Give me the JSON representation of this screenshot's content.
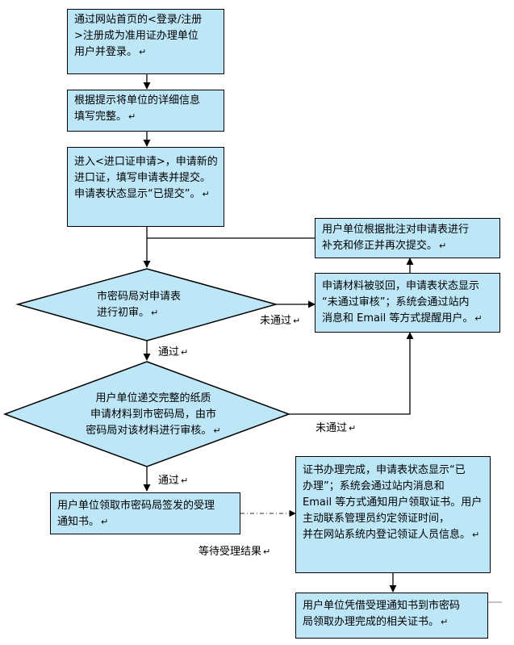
{
  "paragraph_mark": "↵",
  "steps": {
    "register": [
      "通过网站首页的<登录/注册",
      ">注册成为准用证办理单位",
      "用户并登录。"
    ],
    "fill_details": [
      "根据提示将单位的详细信息",
      "填写完整。"
    ],
    "apply": [
      "进入<进口证申请>，申请新的",
      "进口证，填写申请表并提交。",
      "申请表状态显示“已提交”。"
    ],
    "resubmit": [
      "用户单位根据批注对申请表进行",
      "补充和修正并再次提交。"
    ],
    "rejected": [
      "申请材料被驳回，申请表状态显示",
      "“未通过审核”；系统会通过站内",
      "消息和 Email 等方式提醒用户。"
    ],
    "initial_review": [
      "市密码局对申请表",
      "进行初审。"
    ],
    "paper_review": [
      "用户单位递交完整的纸质",
      "申请材料到市密码局，由市",
      "密码局对该材料进行审核。"
    ],
    "receive_notice": [
      "用户单位领取市密码局签发的受理",
      "通知书。"
    ],
    "completed": [
      "证书办理完成，申请表状态显示“已",
      "办理”；系统会通过站内消息和",
      "Email 等方式通知用户领取证书。用户",
      "主动联系管理员约定领证时间，",
      "并在网站系统内登记领证人员信息。"
    ],
    "collect": [
      "用户单位凭借受理通知书到市密码",
      "局领取办理完成的相关证书。"
    ]
  },
  "labels": {
    "failed_1": "未通过",
    "failed_2": "未通过",
    "passed_1": "通过",
    "passed_2": "通过",
    "waiting": "等待受理结果"
  },
  "colors": {
    "box_fill": "#bde6f7",
    "line": "#000000",
    "dashed_line": "#555555"
  }
}
